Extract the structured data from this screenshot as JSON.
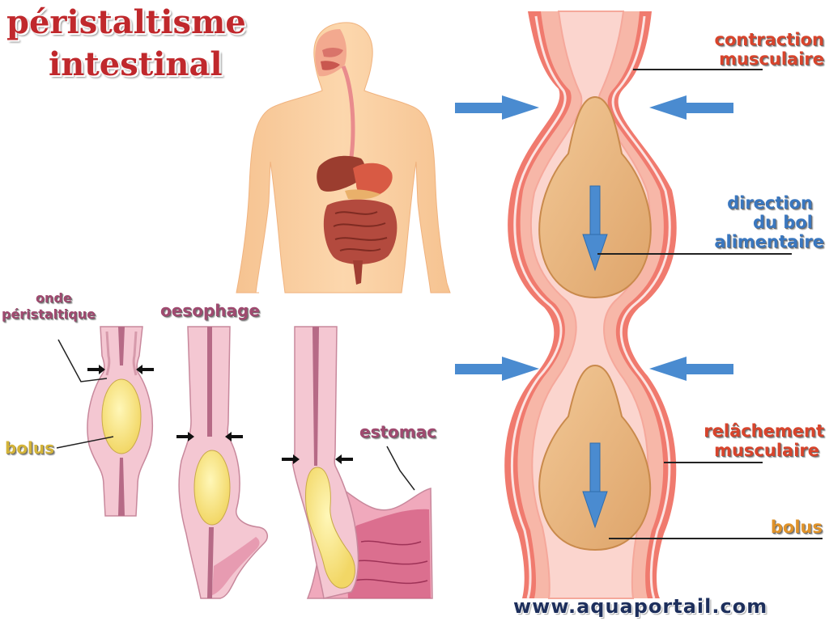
{
  "title": {
    "line1": "péristaltisme",
    "line2": "intestinal"
  },
  "right_labels": {
    "contraction_line1": "contraction",
    "contraction_line2": "musculaire",
    "direction_line1": "direction",
    "direction_line2": "du bol",
    "direction_line3": "alimentaire",
    "relachement_line1": "relâchement",
    "relachement_line2": "musculaire",
    "bolus": "bolus"
  },
  "left_labels": {
    "onde_line1": "onde",
    "onde_line2": "péristaltique",
    "oesophage": "oesophage",
    "bolus": "bolus",
    "estomac": "estomac"
  },
  "footer": {
    "url": "www.aquaportail.com"
  },
  "colors": {
    "title": "#c0282c",
    "muscle_outer": "#f07a6e",
    "muscle_inner": "#f6b3a5",
    "lumen": "#fbd3cc",
    "bolus": "#e8b680",
    "arrow_blue": "#4a8bd0",
    "skin": "#fbd2a4",
    "esophagus_wall": "#f4c7d2"
  }
}
